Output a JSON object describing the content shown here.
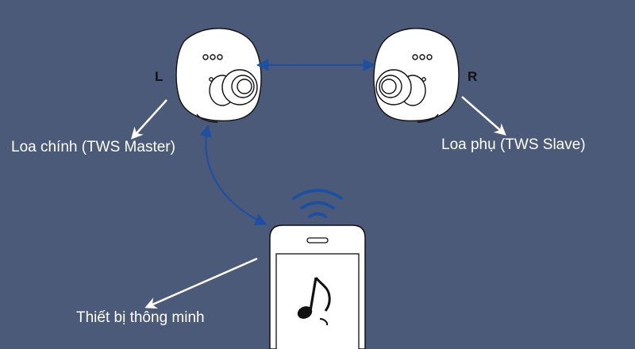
{
  "labels": {
    "master": "Loa chính (TWS Master)",
    "slave": "Loa phụ (TWS Slave)",
    "device": "Thiết bị thông minh",
    "left_side": "L",
    "right_side": "R"
  },
  "icons": {
    "left_earbud": "earbud-left-icon",
    "right_earbud": "earbud-right-icon",
    "phone": "smartphone-icon",
    "music": "music-note-icon",
    "wireless": "wifi-signal-icon"
  },
  "colors": {
    "background": "#4b5a78",
    "connection_arrow": "#1f4fa0",
    "pointer_arrow": "#ffffff",
    "device_fill": "#ffffff",
    "outline": "#111111"
  }
}
